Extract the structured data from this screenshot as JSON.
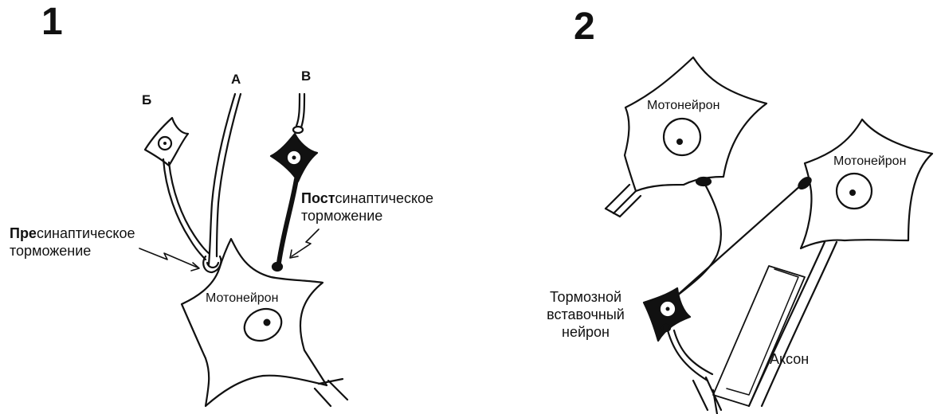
{
  "panel1": {
    "number": "1",
    "letters": {
      "b": "Б",
      "a": "А",
      "v": "В"
    },
    "presynaptic": {
      "bold": "Пре",
      "rest": "синаптическое",
      "line2": "торможение"
    },
    "postsynaptic": {
      "bold": "Пост",
      "rest": "синаптическое",
      "line2": "торможение"
    },
    "motoneuron": "Мотонейрон"
  },
  "panel2": {
    "number": "2",
    "motoneuron_left": "Мотонейрон",
    "motoneuron_right": "Мотонейрон",
    "interneuron": {
      "line1": "Тормозной",
      "line2": "вставочный",
      "line3": "нейрон"
    },
    "axon": "Аксон"
  }
}
